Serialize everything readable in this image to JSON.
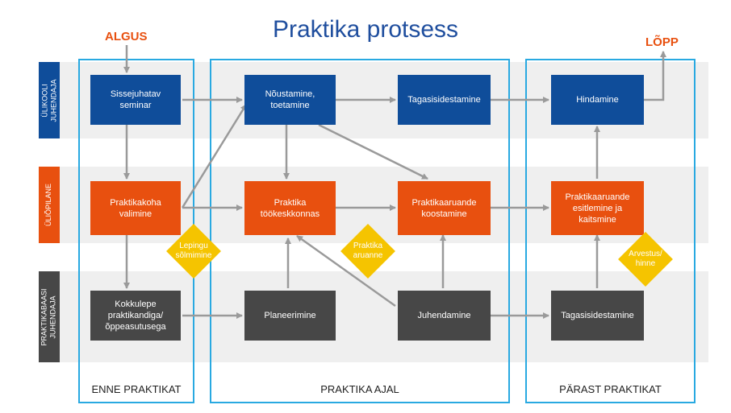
{
  "title": "Praktika protsess",
  "start_label": "ALGUS",
  "end_label": "LÕPP",
  "colors": {
    "university_supervisor": "#0f4d9a",
    "student": "#e8500f",
    "placement_supervisor": "#474747",
    "milestone": "#f5c400",
    "phase_border": "#29a9e1",
    "arrow": "#9a9a9a",
    "title": "#1f4e9e",
    "accent": "#e8500f"
  },
  "lanes": [
    {
      "label": "ÜLIKOOLI\nJUHENDAJA"
    },
    {
      "label": "ÜLIÕPILANE"
    },
    {
      "label": "PRAKTIKABAASI\nJUHENDAJA"
    }
  ],
  "phases": [
    {
      "label": "ENNE PRAKTIKAT"
    },
    {
      "label": "PRAKTIKA AJAL"
    },
    {
      "label": "PÄRAST PRAKTIKAT"
    }
  ],
  "boxes": {
    "sissejuhatav": "Sissejuhatav\nseminar",
    "noustamine": "Nõustamine,\ntoetamine",
    "tagasiside_u": "Tagasisidestamine",
    "hindamine": "Hindamine",
    "praktikakoha": "Praktikakoha\nvalimine",
    "tookeskkond": "Praktika\ntöökeskkonnas",
    "aruande_koostamine": "Praktikaaruande\nkoostamine",
    "aruande_esitlemine": "Praktikaaruande\nesitlemine ja\nkaitsmine",
    "kokkulepe": "Kokkulepe\npraktikandiga/\nõppeasutusega",
    "planeerimine": "Planeerimine",
    "juhendamine": "Juhendamine",
    "tagasiside_b": "Tagasisidestamine"
  },
  "milestones": {
    "leping": "Lepingu\nsõlmimine",
    "aruanne": "Praktika\naruanne",
    "arvestus": "Arvestus/\nhinne"
  }
}
